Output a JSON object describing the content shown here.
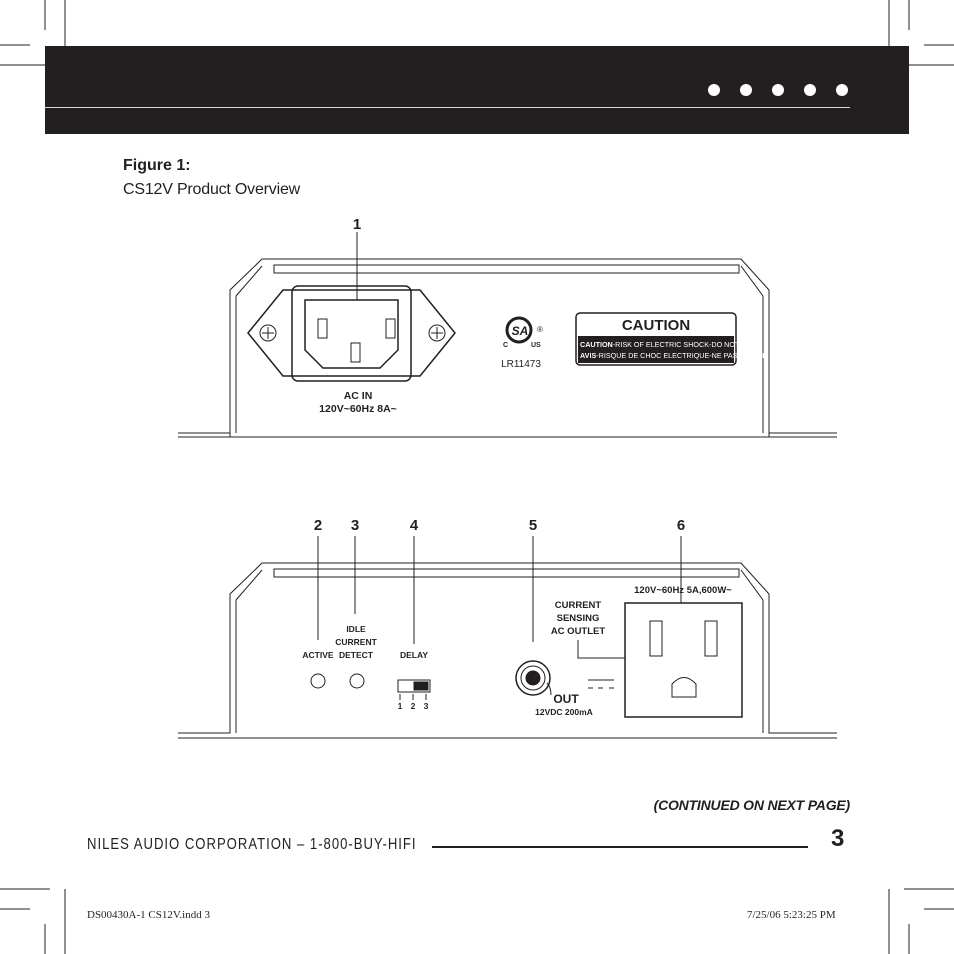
{
  "figure": {
    "title": "Figure 1:",
    "subtitle": "CS12V Product Overview"
  },
  "callouts": [
    "1",
    "2",
    "3",
    "4",
    "5",
    "6"
  ],
  "top_panel": {
    "ac_in_label": "AC IN",
    "ac_in_rating": "120V~60Hz 8A~",
    "csa_mark_letters": "SA",
    "csa_c": "C",
    "csa_us": "US",
    "csa_registered": "®",
    "csa_number": "LR11473",
    "caution_heading": "CAUTION",
    "caution_line1_bold": "CAUTION",
    "caution_line1": "-RISK OF ELECTRIC SHOCK-DO NOT OPEN",
    "caution_line2_bold": "AVIS",
    "caution_line2": "-RISQUE DE CHOC ELECTRIQUE-NE PAS OUVRIR"
  },
  "bottom_panel": {
    "active_label": "ACTIVE",
    "idle_line1": "IDLE",
    "idle_line2": "CURRENT",
    "idle_line3": "DETECT",
    "delay_label": "DELAY",
    "delay_positions": [
      "1",
      "2",
      "3"
    ],
    "out_label": "OUT",
    "out_rating": "12VDC 200mA",
    "sensing_line1": "CURRENT",
    "sensing_line2": "SENSING",
    "sensing_line3": "AC OUTLET",
    "outlet_rating": "120V~60Hz 5A,600W~"
  },
  "continued": "(CONTINUED ON NEXT PAGE)",
  "footer": {
    "company": "NILES AUDIO CORPORATION – 1-800-BUY-HIFI",
    "page_number": "3"
  },
  "slug": {
    "file": "DS00430A-1 CS12V.indd   3",
    "timestamp": "7/25/06   5:23:25 PM"
  }
}
